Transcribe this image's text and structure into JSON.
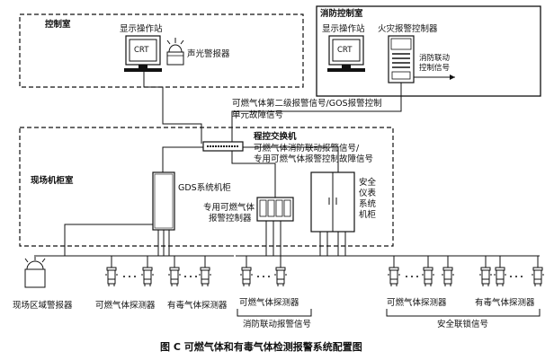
{
  "areas": {
    "control_room": "控制室",
    "fire_control_room": "消防控制室",
    "field_cabinet_room": "现场机柜室"
  },
  "devices": {
    "operator_station_1": "显示操作站",
    "operator_station_2": "显示操作站",
    "crt_1": "CRT",
    "crt_2": "CRT",
    "audible_visual_alarm": "声光警报器",
    "fire_alarm_controller": "火灾报警控制器",
    "fire_linkage_control_signal": [
      "消防联动",
      "控制信号"
    ],
    "program_switch": "程控交换机",
    "gds_cabinet": "GDS系统机柜",
    "dedicated_controller": [
      "专用可燃气体",
      "报警控制器"
    ],
    "safety_cabinet": [
      "安全",
      "仪表",
      "系统",
      "机柜"
    ]
  },
  "signals": {
    "second_level_alarm": [
      "可燃气体第二级报警信号/GOS报警控制",
      "单元故障信号"
    ],
    "switch_signals": [
      "可燃气体消防联动报警信号/",
      "专用可燃气体报警控制故障信号"
    ]
  },
  "bottom": {
    "field_area_alarm": "现场区域警报器",
    "combustible_detector_1": "可燃气体探测器",
    "toxic_detector_1": "有毒气体探测器",
    "combustible_detector_2": "可燃气体探测器",
    "fire_linkage_alarm_signal": "消防联动报警信号",
    "combustible_detector_3": "可燃气体探测器",
    "toxic_detector_2": "有毒气体探测器",
    "safety_interlock_signal": "安全联锁信号"
  },
  "caption": "图 C   可燃气体和有毒气体检测报警系统配置图"
}
